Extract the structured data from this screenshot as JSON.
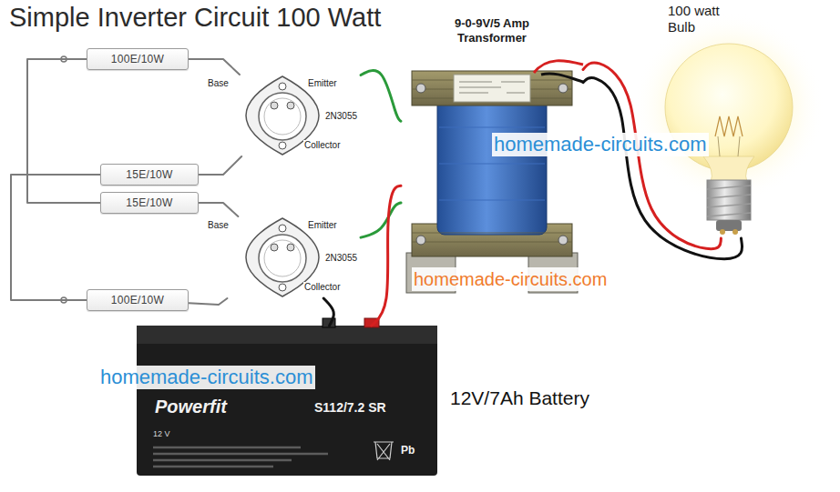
{
  "diagram": {
    "title": "Simple Inverter Circuit 100 Watt",
    "nodes": [
      {
        "text": [
          "100E/10W"
        ]
      },
      {
        "text": [
          "Base",
          "Emitter",
          "2N3055",
          "Collector"
        ]
      },
      {
        "text": [
          "15E/10W"
        ]
      },
      {
        "text": [
          "15E/10W"
        ]
      },
      {
        "text": [
          "Base",
          "Emitter",
          "2N3055",
          "Collector"
        ]
      },
      {
        "text": [
          "100E/10W"
        ]
      },
      {
        "text": [
          "9-0-9V/5 Amp Transformer"
        ]
      },
      {
        "text": [
          "100 watt Bulb"
        ]
      },
      {
        "text": [
          "Powerfit",
          "S112/7.2 SR",
          "12 V",
          "Pb",
          "12V/7Ah Battery"
        ]
      }
    ],
    "edges": [
      {
        "from": 0,
        "to": 1,
        "arrow": "none"
      },
      {
        "from": 2,
        "to": 1,
        "arrow": "none"
      },
      {
        "from": 3,
        "to": 4,
        "arrow": "none"
      },
      {
        "from": 5,
        "to": 4,
        "arrow": "none"
      },
      {
        "from": 0,
        "to": 3,
        "arrow": "none"
      },
      {
        "from": 5,
        "to": 2,
        "arrow": "none"
      },
      {
        "from": 1,
        "to": 6,
        "arrow": "none"
      },
      {
        "from": 4,
        "to": 6,
        "arrow": "none"
      },
      {
        "from": 8,
        "to": 6,
        "arrow": "none"
      },
      {
        "from": 8,
        "to": 4,
        "arrow": "none"
      },
      {
        "from": 6,
        "to": 7,
        "arrow": "none"
      },
      {
        "from": 6,
        "to": 7,
        "arrow": "none"
      }
    ],
    "labels": [
      "homemade-circuits.com",
      "homemade-circuits.com",
      "homemade-circuits.com"
    ]
  }
}
